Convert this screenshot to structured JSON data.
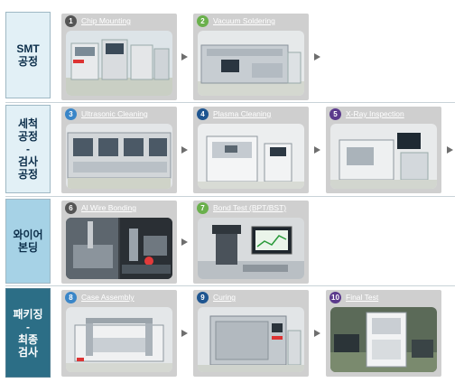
{
  "sections": [
    {
      "label": "SMT\n공정",
      "color": "#e2f0f6",
      "dark": false
    },
    {
      "label": "세척\n공정\n-\n검사\n공정",
      "color": "#e2f0f6",
      "dark": false
    },
    {
      "label": "와이어\n본딩",
      "color": "#a6d2e6",
      "dark": false
    },
    {
      "label": "패키징\n-\n최종\n검사",
      "color": "#2c6e86",
      "dark": true
    }
  ],
  "steps": [
    {
      "num": "1",
      "title": "Chip Mounting",
      "badge_color": "#555555"
    },
    {
      "num": "2",
      "title": "Vacuum Soldering",
      "badge_color": "#6ab04c"
    },
    {
      "num": "3",
      "title": "Ultrasonic Cleaning",
      "badge_color": "#3a86c8"
    },
    {
      "num": "4",
      "title": "Plasma Cleaning",
      "badge_color": "#1e5590"
    },
    {
      "num": "5",
      "title": "X-Ray Inspection",
      "badge_color": "#5b3a8c"
    },
    {
      "num": "6",
      "title": "Al Wire Bonding",
      "badge_color": "#555555"
    },
    {
      "num": "7",
      "title": "Bond Test (BPT/BST)",
      "badge_color": "#6ab04c"
    },
    {
      "num": "8",
      "title": "Case Assembly",
      "badge_color": "#3a86c8"
    },
    {
      "num": "9",
      "title": "Curing",
      "badge_color": "#1e5590"
    },
    {
      "num": "10",
      "title": "Final Test",
      "badge_color": "#5b3a8c"
    }
  ]
}
